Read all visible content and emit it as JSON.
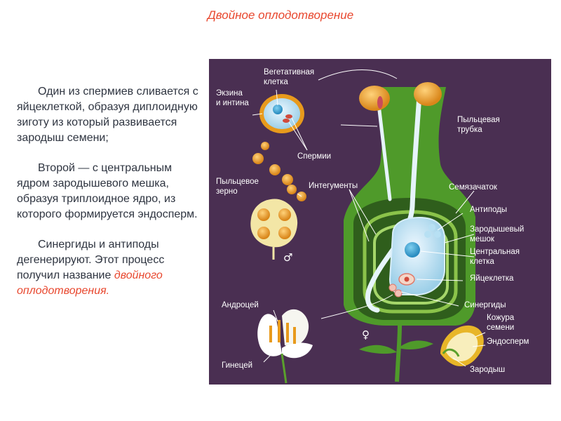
{
  "title": "Двойное оплодотворение",
  "text": {
    "p1": "Один из спермиев сливается с яйцеклеткой, образуя диплоидную зиготу из который развивается зародыш семени;",
    "p2": "Второй — с центральным ядром зародышевого мешка, образуя триплоидное ядро, из которого формируется эндосперм.",
    "p3_lead": "Синергиды и антиподы дегенерируют. Этот процесс получил название",
    "p3_highlight": "двойного оплодотворения."
  },
  "diagram": {
    "labels": {
      "vegetative_cell_1": "Вегетативная",
      "vegetative_cell_2": "клетка",
      "exine_1": "Экзина",
      "exine_2": "и интина",
      "sperms": "Спермии",
      "pollen_tube_1": "Пыльцевая",
      "pollen_tube_2": "трубка",
      "pollen_grain_1": "Пыльцевое",
      "pollen_grain_2": "зерно",
      "integuments": "Интегументы",
      "ovule": "Семязачаток",
      "antipodes": "Антиподы",
      "embryo_sac_1": "Зародышевый",
      "embryo_sac_2": "мешок",
      "central_cell_1": "Центральная",
      "central_cell_2": "клетка",
      "egg_cell": "Яйцеклетка",
      "androecium": "Андроцей",
      "synergids": "Синергиды",
      "seed_coat_1": "Кожура",
      "seed_coat_2": "семени",
      "endosperm": "Эндосперм",
      "gynoecium": "Гинецей",
      "embryo": "Зародыш",
      "male_symbol": "♂",
      "female_symbol": "♀"
    }
  },
  "colors": {
    "accent": "#e8472e",
    "text": "#2e3440",
    "figure_bg": "#4a2f52",
    "tissue_green": "#4f9a2a",
    "stigma_orange": "#e89a1c"
  }
}
